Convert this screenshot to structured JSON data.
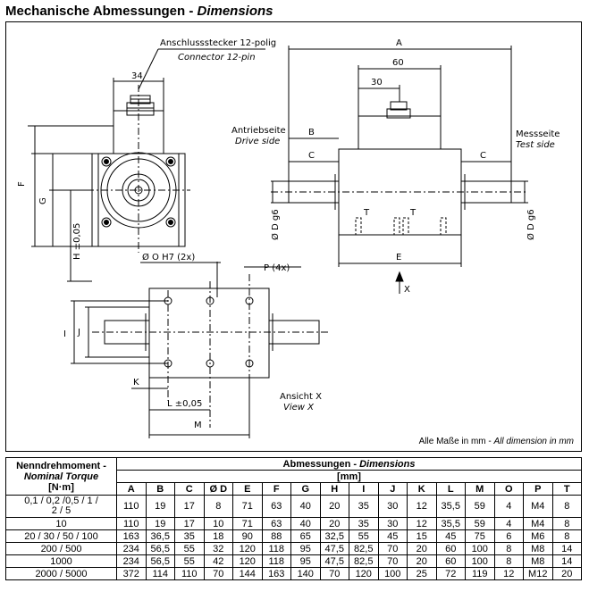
{
  "title": {
    "main": "Mechanische Abmessungen - ",
    "italic": "Dimensions"
  },
  "drawing": {
    "connector_de": "Anschlussstecker 12-polig",
    "connector_en": "Connector 12-pin",
    "drive_de": "Antriebseite",
    "drive_en": "Drive side",
    "test_de": "Messseite",
    "test_en": "Test side",
    "view_de": "Ansicht X",
    "view_en": "View X",
    "lbl_34": "34",
    "lbl_A": "A",
    "lbl_60": "60",
    "lbl_30": "30",
    "lbl_B": "B",
    "lbl_C": "C",
    "lbl_E": "E",
    "lbl_F": "F",
    "lbl_G": "G",
    "lbl_H": "H ±0,05",
    "lbl_T": "T",
    "lbl_X": "X",
    "lbl_D": "Ø D g6",
    "lbl_O": "Ø O H7 (2x)",
    "lbl_P": "P (4x)",
    "lbl_I": "I",
    "lbl_J": "J",
    "lbl_K": "K",
    "lbl_L": "L ±0,05",
    "lbl_M": "M",
    "units_de": "Alle Maße in mm - ",
    "units_en": "All dimension in mm"
  },
  "table": {
    "left_header": {
      "line1": "Nenndrehmoment -",
      "line2": "Nominal Torque",
      "line3": "[N·m]"
    },
    "top_header": {
      "line1": "Abmessungen - ",
      "line1_it": "Dimensions",
      "line2": "[mm]"
    },
    "columns": [
      "A",
      "B",
      "C",
      "Ø D",
      "E",
      "F",
      "G",
      "H",
      "I",
      "J",
      "K",
      "L",
      "M",
      "O",
      "P",
      "T"
    ],
    "rows": [
      {
        "torque": "0,1 / 0,2 /0,5 / 1 / 2 / 5",
        "values": [
          "110",
          "19",
          "17",
          "8",
          "71",
          "63",
          "40",
          "20",
          "35",
          "30",
          "12",
          "35,5",
          "59",
          "4",
          "M4",
          "8"
        ]
      },
      {
        "torque": "10",
        "values": [
          "110",
          "19",
          "17",
          "10",
          "71",
          "63",
          "40",
          "20",
          "35",
          "30",
          "12",
          "35,5",
          "59",
          "4",
          "M4",
          "8"
        ]
      },
      {
        "torque": "20 / 30 / 50 / 100",
        "values": [
          "163",
          "36,5",
          "35",
          "18",
          "90",
          "88",
          "65",
          "32,5",
          "55",
          "45",
          "15",
          "45",
          "75",
          "6",
          "M6",
          "8"
        ]
      },
      {
        "torque": "200 / 500",
        "values": [
          "234",
          "56,5",
          "55",
          "32",
          "120",
          "118",
          "95",
          "47,5",
          "82,5",
          "70",
          "20",
          "60",
          "100",
          "8",
          "M8",
          "14"
        ]
      },
      {
        "torque": "1000",
        "values": [
          "234",
          "56,5",
          "55",
          "42",
          "120",
          "118",
          "95",
          "47,5",
          "82,5",
          "70",
          "20",
          "60",
          "100",
          "8",
          "M8",
          "14"
        ]
      },
      {
        "torque": "2000 / 5000",
        "values": [
          "372",
          "114",
          "110",
          "70",
          "144",
          "163",
          "140",
          "70",
          "120",
          "100",
          "25",
          "72",
          "119",
          "12",
          "M12",
          "20"
        ]
      }
    ]
  }
}
